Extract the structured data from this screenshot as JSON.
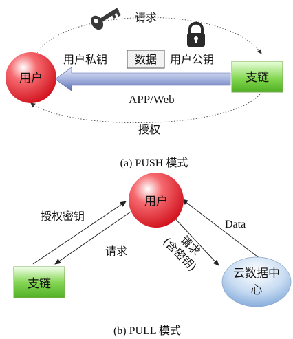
{
  "push": {
    "request_label": "请求",
    "private_key_label": "用户私钥",
    "data_label": "数据",
    "public_key_label": "用户公钥",
    "user_label": "用户",
    "chain_label": "支链",
    "app_web_label": "APP/Web",
    "authorize_label": "授权",
    "caption": "(a) PUSH 模式"
  },
  "pull": {
    "user_label": "用户",
    "auth_key_label": "授权密钥",
    "request_label": "请求",
    "request_with_key_label": [
      "请求",
      "(含密钥)"
    ],
    "data_arrow_label": "Data",
    "chain_label": "支链",
    "cloud_label": [
      "云数据中",
      "心"
    ],
    "caption": "(b) PULL 模式"
  },
  "colors": {
    "user_red": "#e0202a",
    "chain_green": "#66cc33",
    "cloud_blue": "#8ab4e0",
    "arrow_blue": "#6d7fc0"
  },
  "icons": [
    "key-icon",
    "padlock-icon"
  ]
}
